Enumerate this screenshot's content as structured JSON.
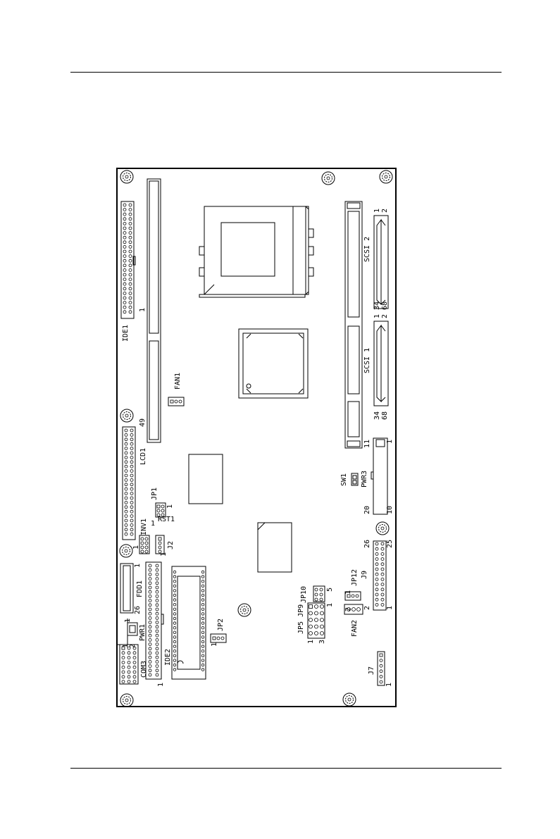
{
  "labels": {
    "ide1": "IDE1",
    "ide1_pin1": "1",
    "ide1_pin49": "49",
    "lcd1": "LCD1",
    "fan1": "FAN1",
    "jp1": "JP1",
    "jp1_pin1": "1",
    "rst1": "RST1",
    "rst1_pin1": "1",
    "inv1": "INV1",
    "inv1_pin1": "1",
    "jp2a": "J2",
    "jp2a_pin1": "1",
    "fdd1": "FDD1",
    "fdd1_pin1": "1",
    "fdd1_pin26": "26",
    "pwr1": "PWR1",
    "pwr1_pin1": "1",
    "com3": "COM3",
    "com3_pin1": "1",
    "com3_pin2": "2",
    "ide2": "IDE2",
    "ide2_pin1": "1",
    "jp2": "JP2",
    "jp2_pin1": "1",
    "jp5_jp9": "JP5 JP9",
    "jp_pin1": "1",
    "jp_pin3": "3",
    "jp10": "JP10",
    "jp10_pin1": "1",
    "jp10_pin5": "5",
    "fan2": "FAN2",
    "fan2_pin2": "2",
    "jp12": "JP12",
    "jp12_pin1": "1",
    "j9": "J9",
    "j9_pin1": "1",
    "j9_pin2": "2",
    "j9_pin25": "25",
    "j9_pin26": "26",
    "j7": "J7",
    "j7_pin1": "1",
    "sw1": "SW1",
    "pwr3": "PWR3",
    "pwr3_pin1": "1",
    "pwr3_pin10": "10",
    "pwr3_pin11": "11",
    "pwr3_pin20": "20",
    "scsi1": "SCSI 1",
    "scsi1_pin1": "1",
    "scsi1_pin2": "2",
    "scsi1_pin34": "34",
    "scsi1_pin68": "68",
    "scsi2": "SCSI 2",
    "scsi2_pin1": "1",
    "scsi2_pin2": "2",
    "scsi2_pin34": "34",
    "scsi2_pin68": "68"
  }
}
